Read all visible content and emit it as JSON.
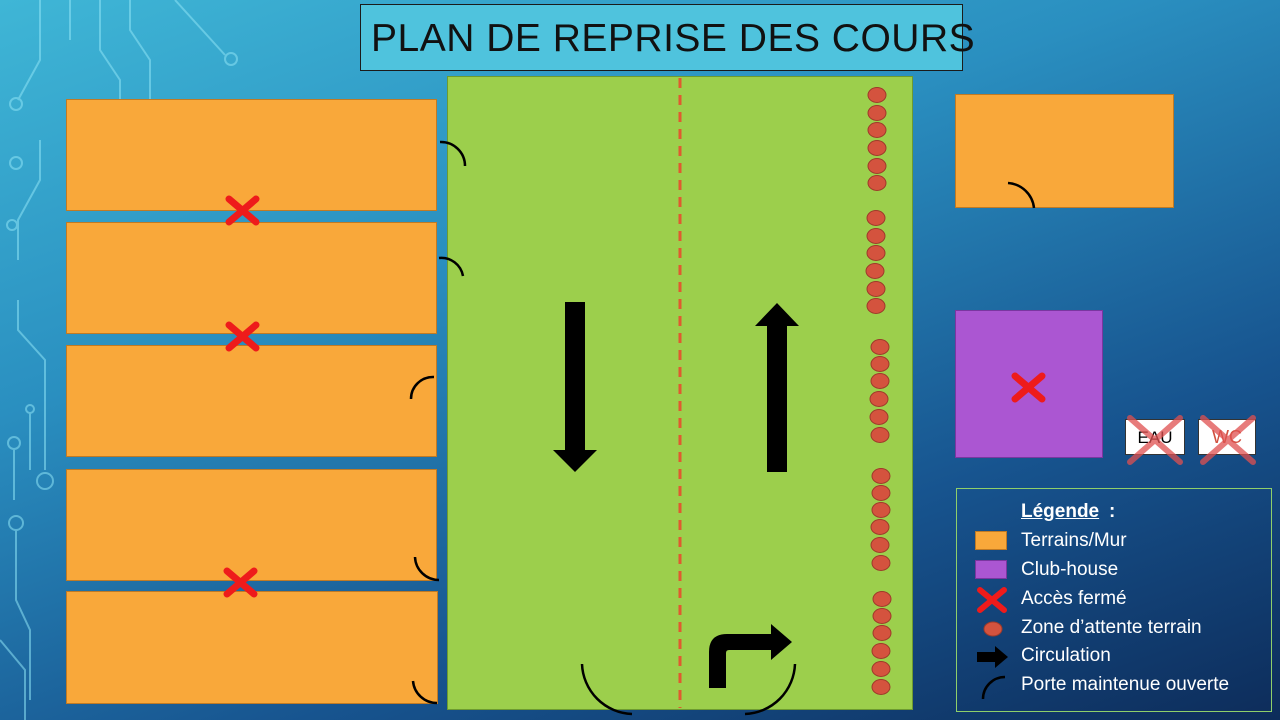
{
  "title": "PLAN DE REPRISE DES COURS",
  "tags": {
    "water": "EAU",
    "wc": "WC"
  },
  "legend": {
    "title": "Légende",
    "colon": ":",
    "items": [
      {
        "label": "Terrains/Mur",
        "symbol": "orange-box"
      },
      {
        "label": "Club-house",
        "symbol": "purple-box"
      },
      {
        "label": "Accès fermé",
        "symbol": "red-cross"
      },
      {
        "label": "Zone d’attente terrain",
        "symbol": "red-oval"
      },
      {
        "label": "Circulation",
        "symbol": "black-arrow"
      },
      {
        "label": "Porte maintenue ouverte",
        "symbol": "door-arc"
      }
    ]
  },
  "colors": {
    "court": "#f9a83a",
    "field": "#9ccf4c",
    "clubhouse": "#ab56d2",
    "closed": "#ee1b1b",
    "waiting": "#d4533e",
    "arrow": "#000000"
  }
}
